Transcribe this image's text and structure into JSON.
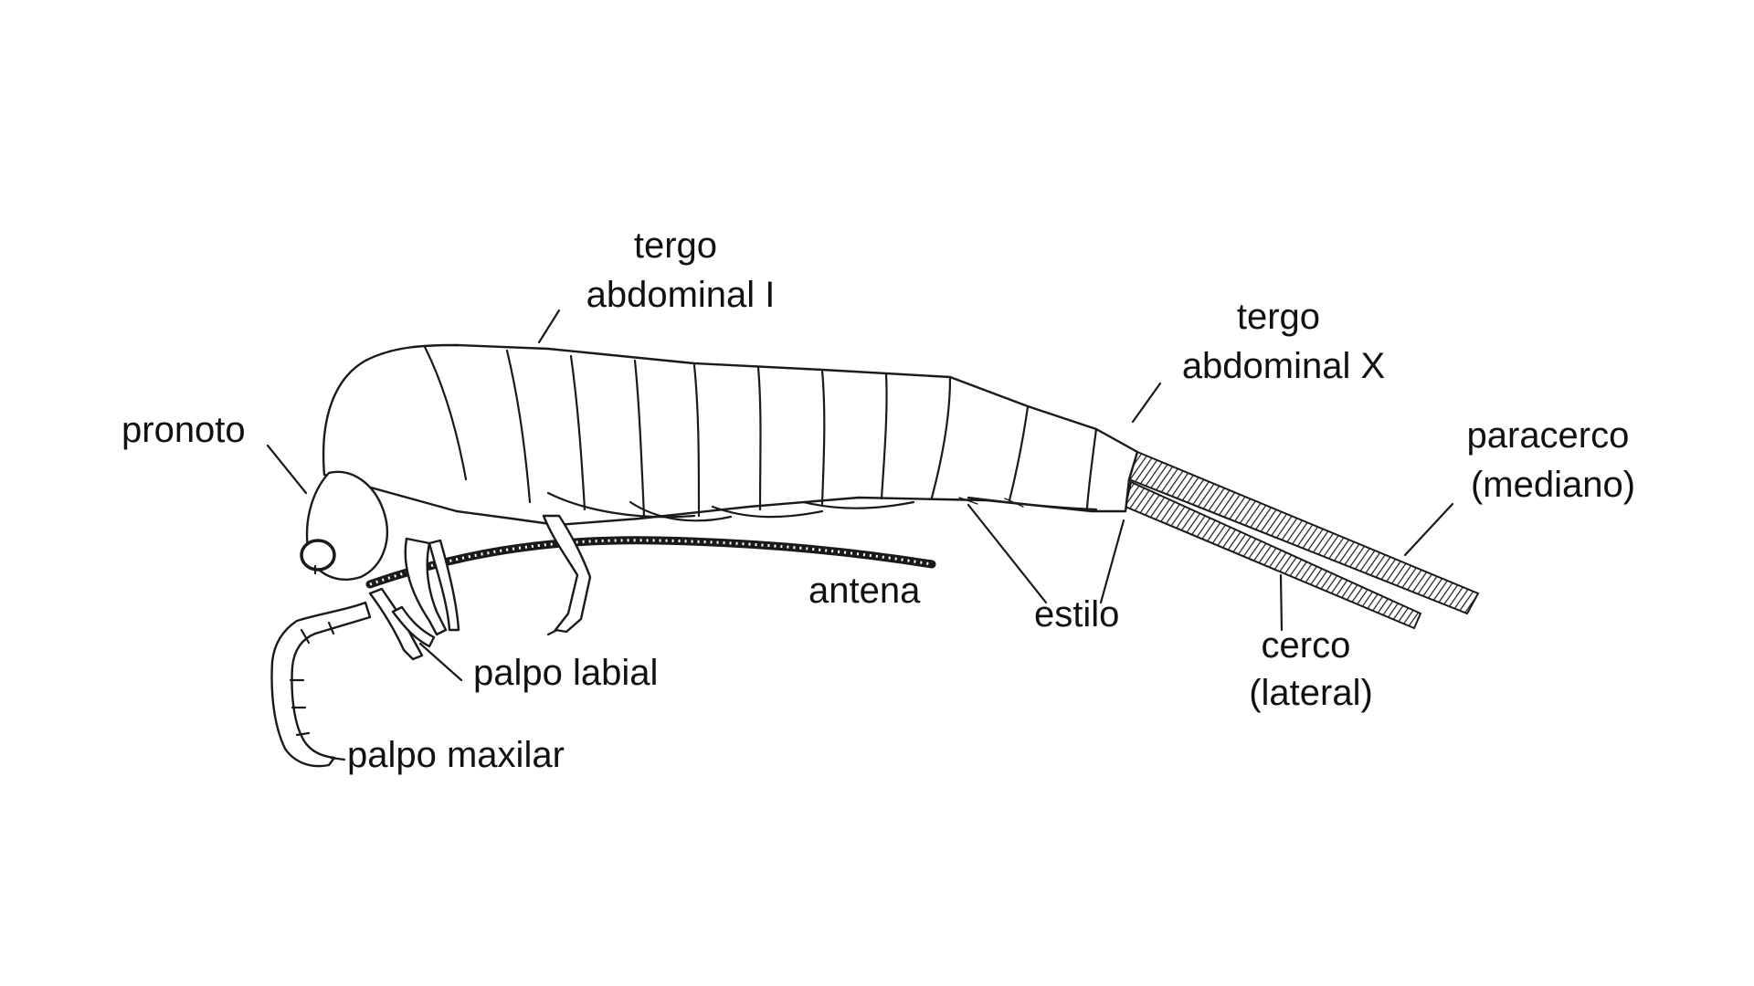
{
  "labels": {
    "tergo_abdominal_i": [
      "tergo",
      "abdominal I"
    ],
    "tergo_abdominal_x": [
      "tergo",
      "abdominal X"
    ],
    "pronoto": "pronoto",
    "paracerco": [
      "paracerco",
      "(mediano)"
    ],
    "antena": "antena",
    "estilo": "estilo",
    "cerco": [
      "cerco",
      "(lateral)"
    ],
    "palpo_labial": "palpo labial",
    "palpo_maxilar": "palpo maxilar"
  },
  "colors": {
    "ink": "#1a1a1a",
    "background": "#ffffff"
  }
}
